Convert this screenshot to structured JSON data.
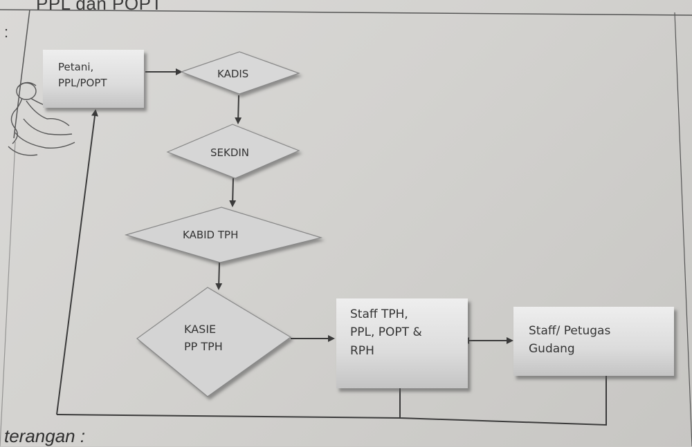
{
  "header": {
    "title": "PPL dan POPT"
  },
  "colon_top": ":",
  "footer": {
    "text": "terangan :"
  },
  "diagram": {
    "nodes": {
      "petani": "Petani,\nPPL/POPT",
      "kadis": "KADIS",
      "sekdin": "SEKDIN",
      "kabid": "KABID TPH",
      "kasie": "KASIE\nPP TPH",
      "staff_tph": "Staff TPH,\nPPL, POPT &\nRPH",
      "staff_gudang": "Staff/ Petugas\nGudang"
    }
  }
}
